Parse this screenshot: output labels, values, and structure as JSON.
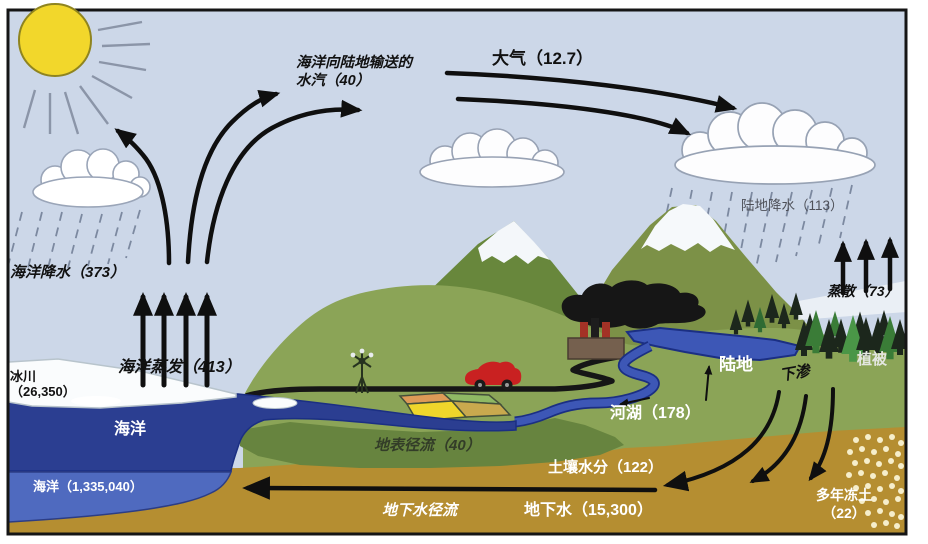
{
  "diagram": {
    "type": "water-cycle-diagram",
    "labels": {
      "vapor_transport": "海洋向陆地输送的\n水汽（40）",
      "atmosphere": "大气（12.7）",
      "land_precipitation": "陆地降水（113）",
      "ocean_precipitation": "海洋降水（373）",
      "evapotranspiration": "蒸散（73）",
      "ocean_evaporation": "海洋蒸发（413）",
      "glacier": "冰川\n（26,350）",
      "land": "陆地",
      "infiltration": "下渗",
      "vegetation": "植被",
      "rivers_lakes": "河湖（178）",
      "ocean": "海洋",
      "surface_runoff": "地表径流（40）",
      "soil_moisture": "土壤水分（122）",
      "ocean_volume": "海洋（1,335,040）",
      "groundwater_runoff": "地下水径流",
      "groundwater": "地下水（15,300）",
      "permafrost": "多年冻土\n（22）"
    },
    "colors": {
      "sky": "#ccd7e8",
      "sun": "#f2d72b",
      "ocean_deep": "#2b3e91",
      "ocean_shallow": "#4f6abf",
      "river": "#3d57b6",
      "land_green": "#8ba457",
      "mountain_green": "#6e8d3e",
      "underground_brown": "#b58e31",
      "glacier_white": "#fafcfd",
      "arrow_black": "#0f0f0f",
      "permafrost_dot": "#f6eecb",
      "car_red": "#c92121"
    }
  }
}
